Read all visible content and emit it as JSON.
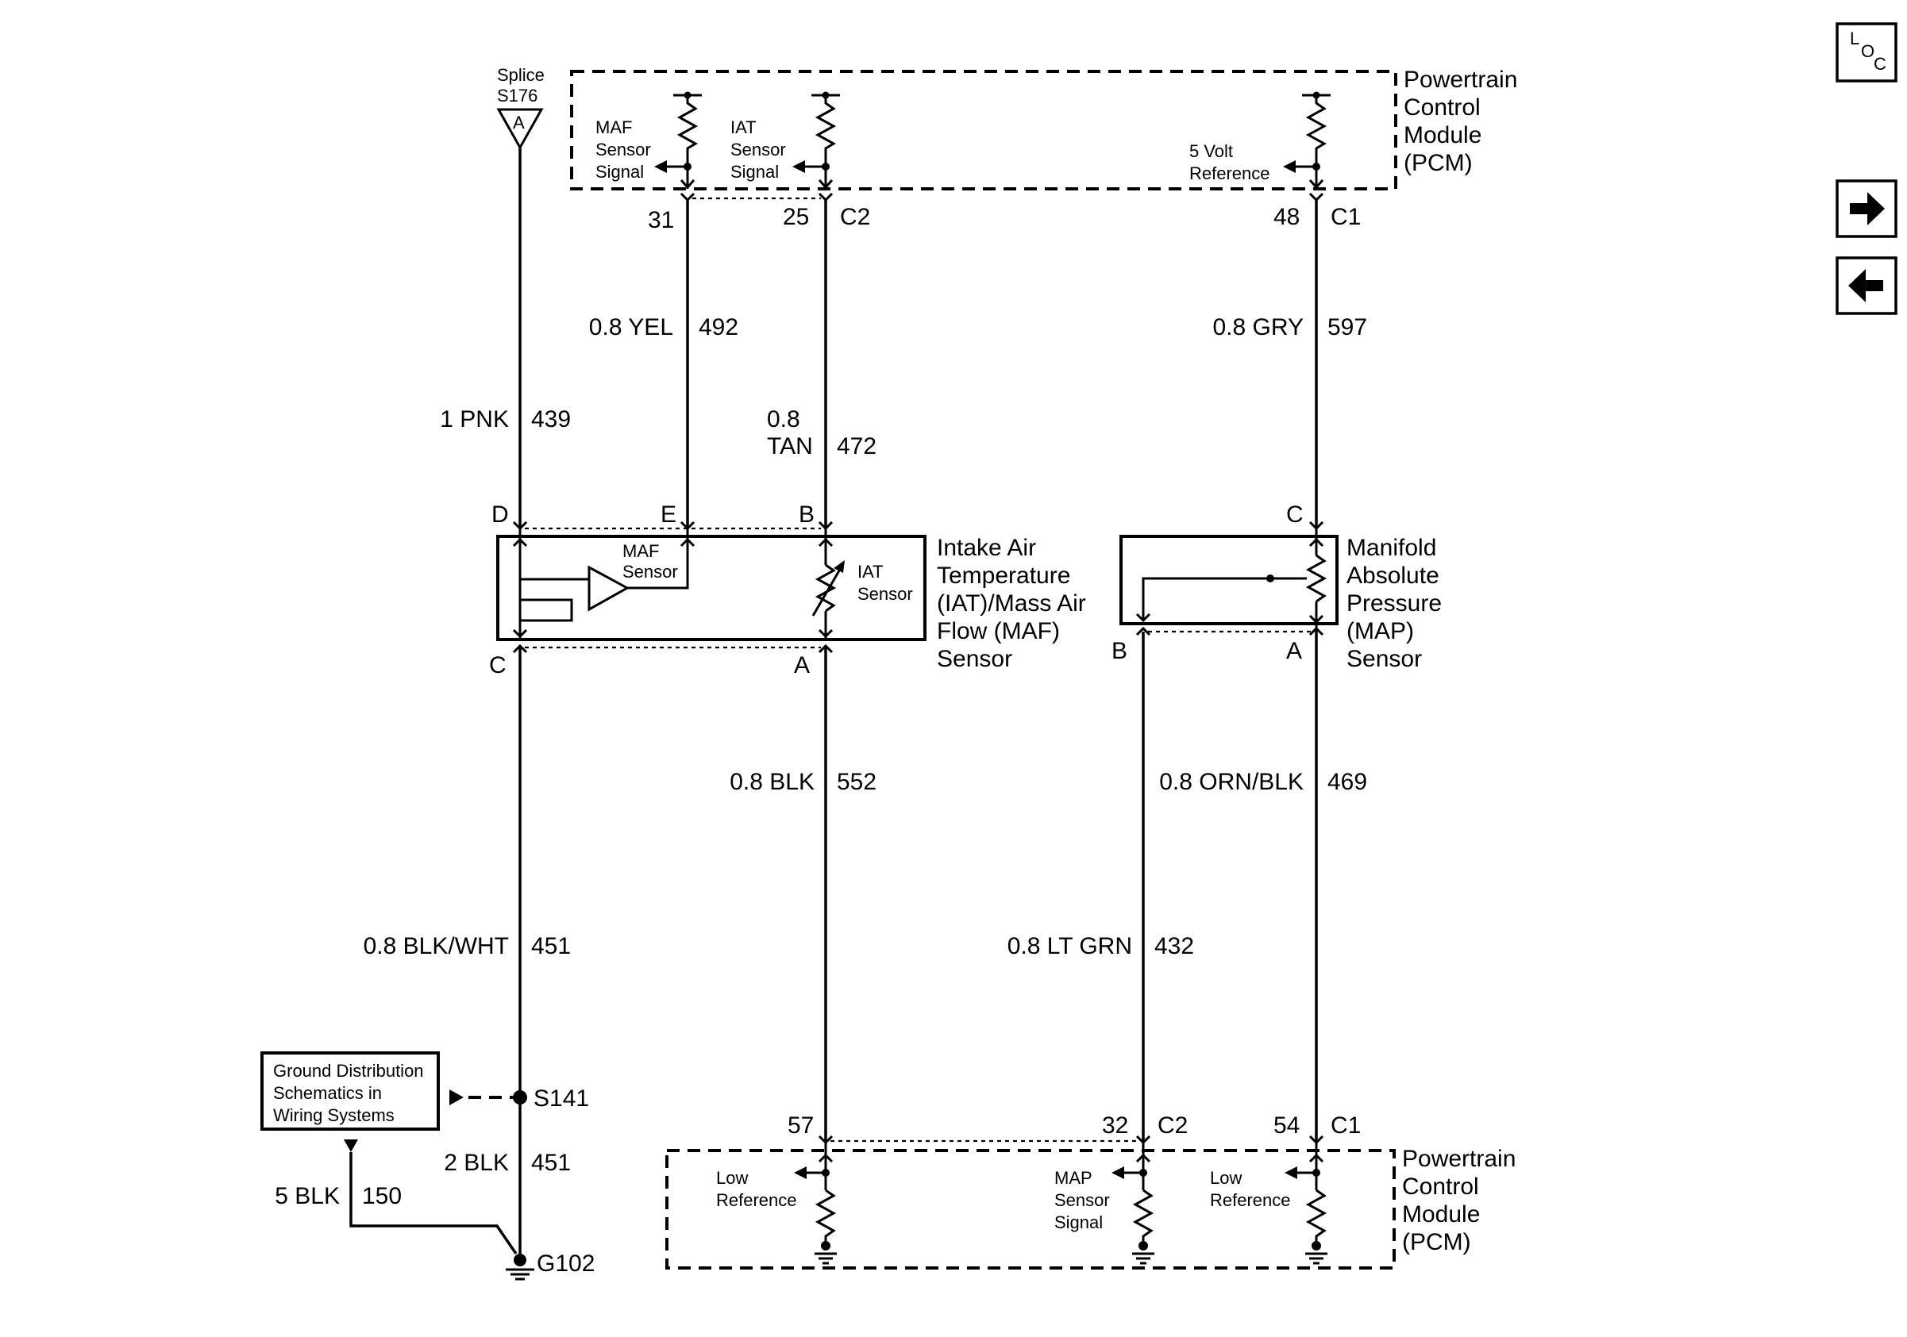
{
  "pcm_top": {
    "title": [
      "Powertrain",
      "Control",
      "Module",
      "(PCM)"
    ],
    "maf_signal": [
      "MAF",
      "Sensor",
      "Signal"
    ],
    "iat_signal": [
      "IAT",
      "Sensor",
      "Signal"
    ],
    "five_volt": [
      "5 Volt",
      "Reference"
    ],
    "pins": {
      "maf": "31",
      "iat": "25",
      "ref": "48"
    },
    "connectors": {
      "c2": "C2",
      "c1": "C1"
    }
  },
  "pcm_bottom": {
    "title": [
      "Powertrain",
      "Control",
      "Module",
      "(PCM)"
    ],
    "low_ref_left": [
      "Low",
      "Reference"
    ],
    "map_signal": [
      "MAP",
      "Sensor",
      "Signal"
    ],
    "low_ref_right": [
      "Low",
      "Reference"
    ],
    "pins": {
      "iat_low": "57",
      "map_sig": "32",
      "map_low": "54"
    },
    "connectors": {
      "c2": "C2",
      "c1": "C1"
    }
  },
  "splice": {
    "label": [
      "Splice",
      "S176"
    ],
    "pin": "A"
  },
  "wires": {
    "w439": {
      "gauge_color": "1 PNK",
      "circuit": "439"
    },
    "w492": {
      "gauge_color": "0.8 YEL",
      "circuit": "492"
    },
    "w472": {
      "gauge_color": [
        "0.8",
        "TAN"
      ],
      "circuit": "472"
    },
    "w597": {
      "gauge_color": "0.8 GRY",
      "circuit": "597"
    },
    "w552": {
      "gauge_color": "0.8 BLK",
      "circuit": "552"
    },
    "w469": {
      "gauge_color": "0.8 ORN/BLK",
      "circuit": "469"
    },
    "w432": {
      "gauge_color": "0.8 LT GRN",
      "circuit": "432"
    },
    "w451a": {
      "gauge_color": "0.8 BLK/WHT",
      "circuit": "451"
    },
    "w451b": {
      "gauge_color": "2 BLK",
      "circuit": "451"
    },
    "w150": {
      "gauge_color": "5 BLK",
      "circuit": "150"
    }
  },
  "iat_maf_sensor": {
    "title": [
      "Intake Air",
      "Temperature",
      "(IAT)/Mass Air",
      "Flow (MAF)",
      "Sensor"
    ],
    "maf_label": [
      "MAF",
      "Sensor"
    ],
    "iat_label": [
      "IAT",
      "Sensor"
    ],
    "pins": {
      "d": "D",
      "e": "E",
      "b": "B",
      "c": "C",
      "a": "A"
    }
  },
  "map_sensor": {
    "title": [
      "Manifold",
      "Absolute",
      "Pressure",
      "(MAP)",
      "Sensor"
    ],
    "pins": {
      "c": "C",
      "b": "B",
      "a": "A"
    }
  },
  "ground": {
    "splice": "S141",
    "point": "G102",
    "reference_box": [
      "Ground Distribution",
      "Schematics in",
      "Wiring Systems"
    ]
  },
  "nav": {
    "loc_icon": [
      "L",
      "O",
      "C"
    ],
    "next_icon": "right-arrow-icon",
    "prev_icon": "left-arrow-icon"
  }
}
